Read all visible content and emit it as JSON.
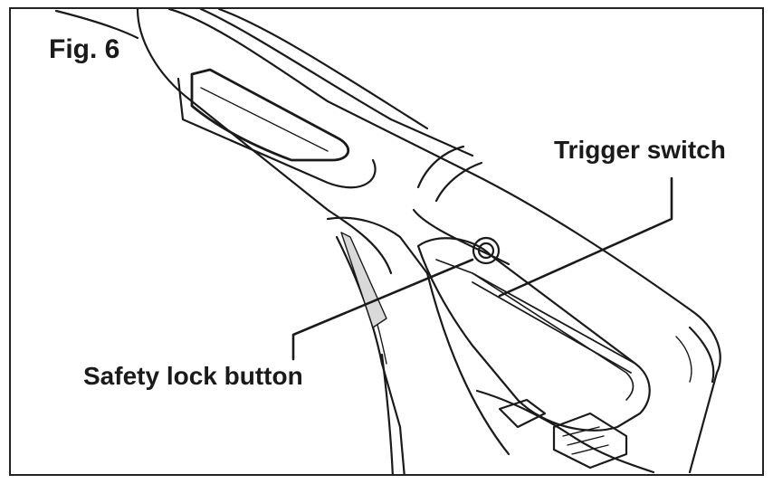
{
  "figure_label": "Fig. 6",
  "callouts": {
    "trigger_switch": "Trigger switch",
    "safety_lock_button": "Safety lock button"
  },
  "colors": {
    "line": "#1a1a1a",
    "background": "#ffffff",
    "shade": "#d9d9d9"
  }
}
